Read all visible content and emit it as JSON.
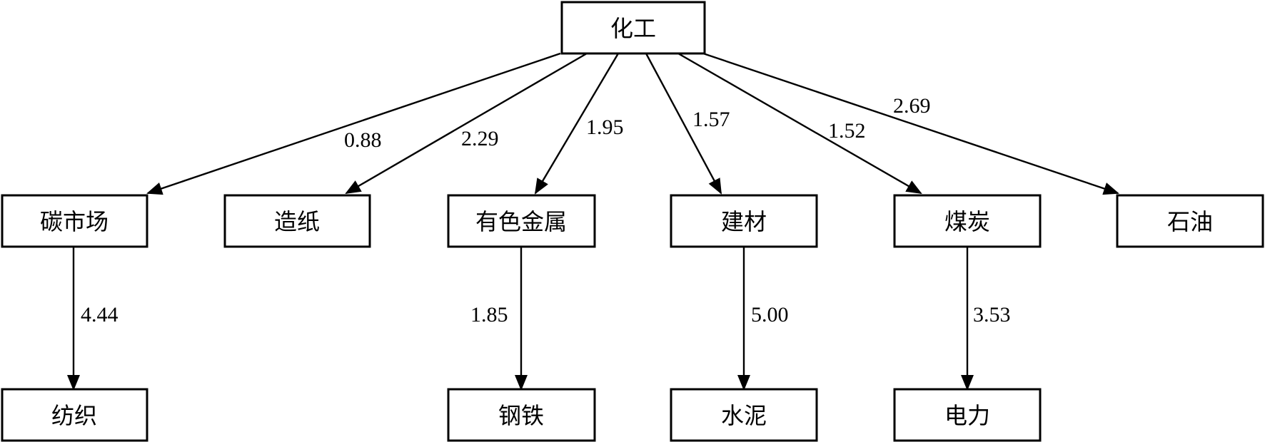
{
  "nodes": {
    "root": "化工",
    "carbon_market": "碳市场",
    "paper": "造纸",
    "nonferrous": "有色金属",
    "building_materials": "建材",
    "coal": "煤炭",
    "petroleum": "石油",
    "textile": "纺织",
    "steel": "钢铁",
    "cement": "水泥",
    "power": "电力"
  },
  "edges": [
    {
      "from": "root",
      "to": "carbon_market",
      "weight": "0.88"
    },
    {
      "from": "root",
      "to": "paper",
      "weight": "2.29"
    },
    {
      "from": "root",
      "to": "nonferrous",
      "weight": "1.95"
    },
    {
      "from": "root",
      "to": "building_materials",
      "weight": "1.57"
    },
    {
      "from": "root",
      "to": "coal",
      "weight": "1.52"
    },
    {
      "from": "root",
      "to": "petroleum",
      "weight": "2.69"
    },
    {
      "from": "carbon_market",
      "to": "textile",
      "weight": "4.44"
    },
    {
      "from": "nonferrous",
      "to": "steel",
      "weight": "1.85"
    },
    {
      "from": "building_materials",
      "to": "cement",
      "weight": "5.00"
    },
    {
      "from": "coal",
      "to": "power",
      "weight": "3.53"
    }
  ]
}
